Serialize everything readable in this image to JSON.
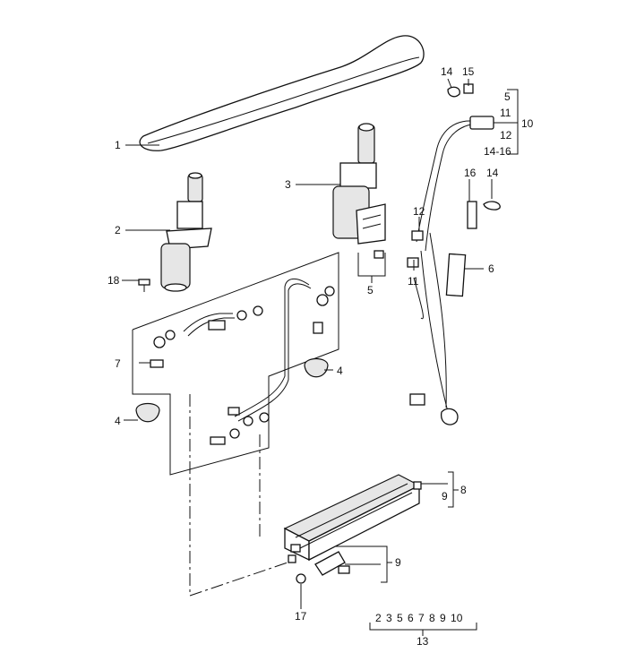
{
  "diagram": {
    "callouts": {
      "c1": "1",
      "c2": "2",
      "c3": "3",
      "c4a": "4",
      "c4b": "4",
      "c5a": "5",
      "c5b": "5",
      "c6": "6",
      "c7": "7",
      "c8": "8",
      "c9a": "9",
      "c9b": "9",
      "c10": "10",
      "c11a": "11",
      "c11b": "11",
      "c12a": "12",
      "c12b": "12",
      "c13": "13",
      "c14a": "14",
      "c14b": "14",
      "c1416": "14-16",
      "c15": "15",
      "c16": "16",
      "c17": "17",
      "c18": "18"
    },
    "kit_13_contents": "2 3 5 6 7 8 9 10"
  }
}
